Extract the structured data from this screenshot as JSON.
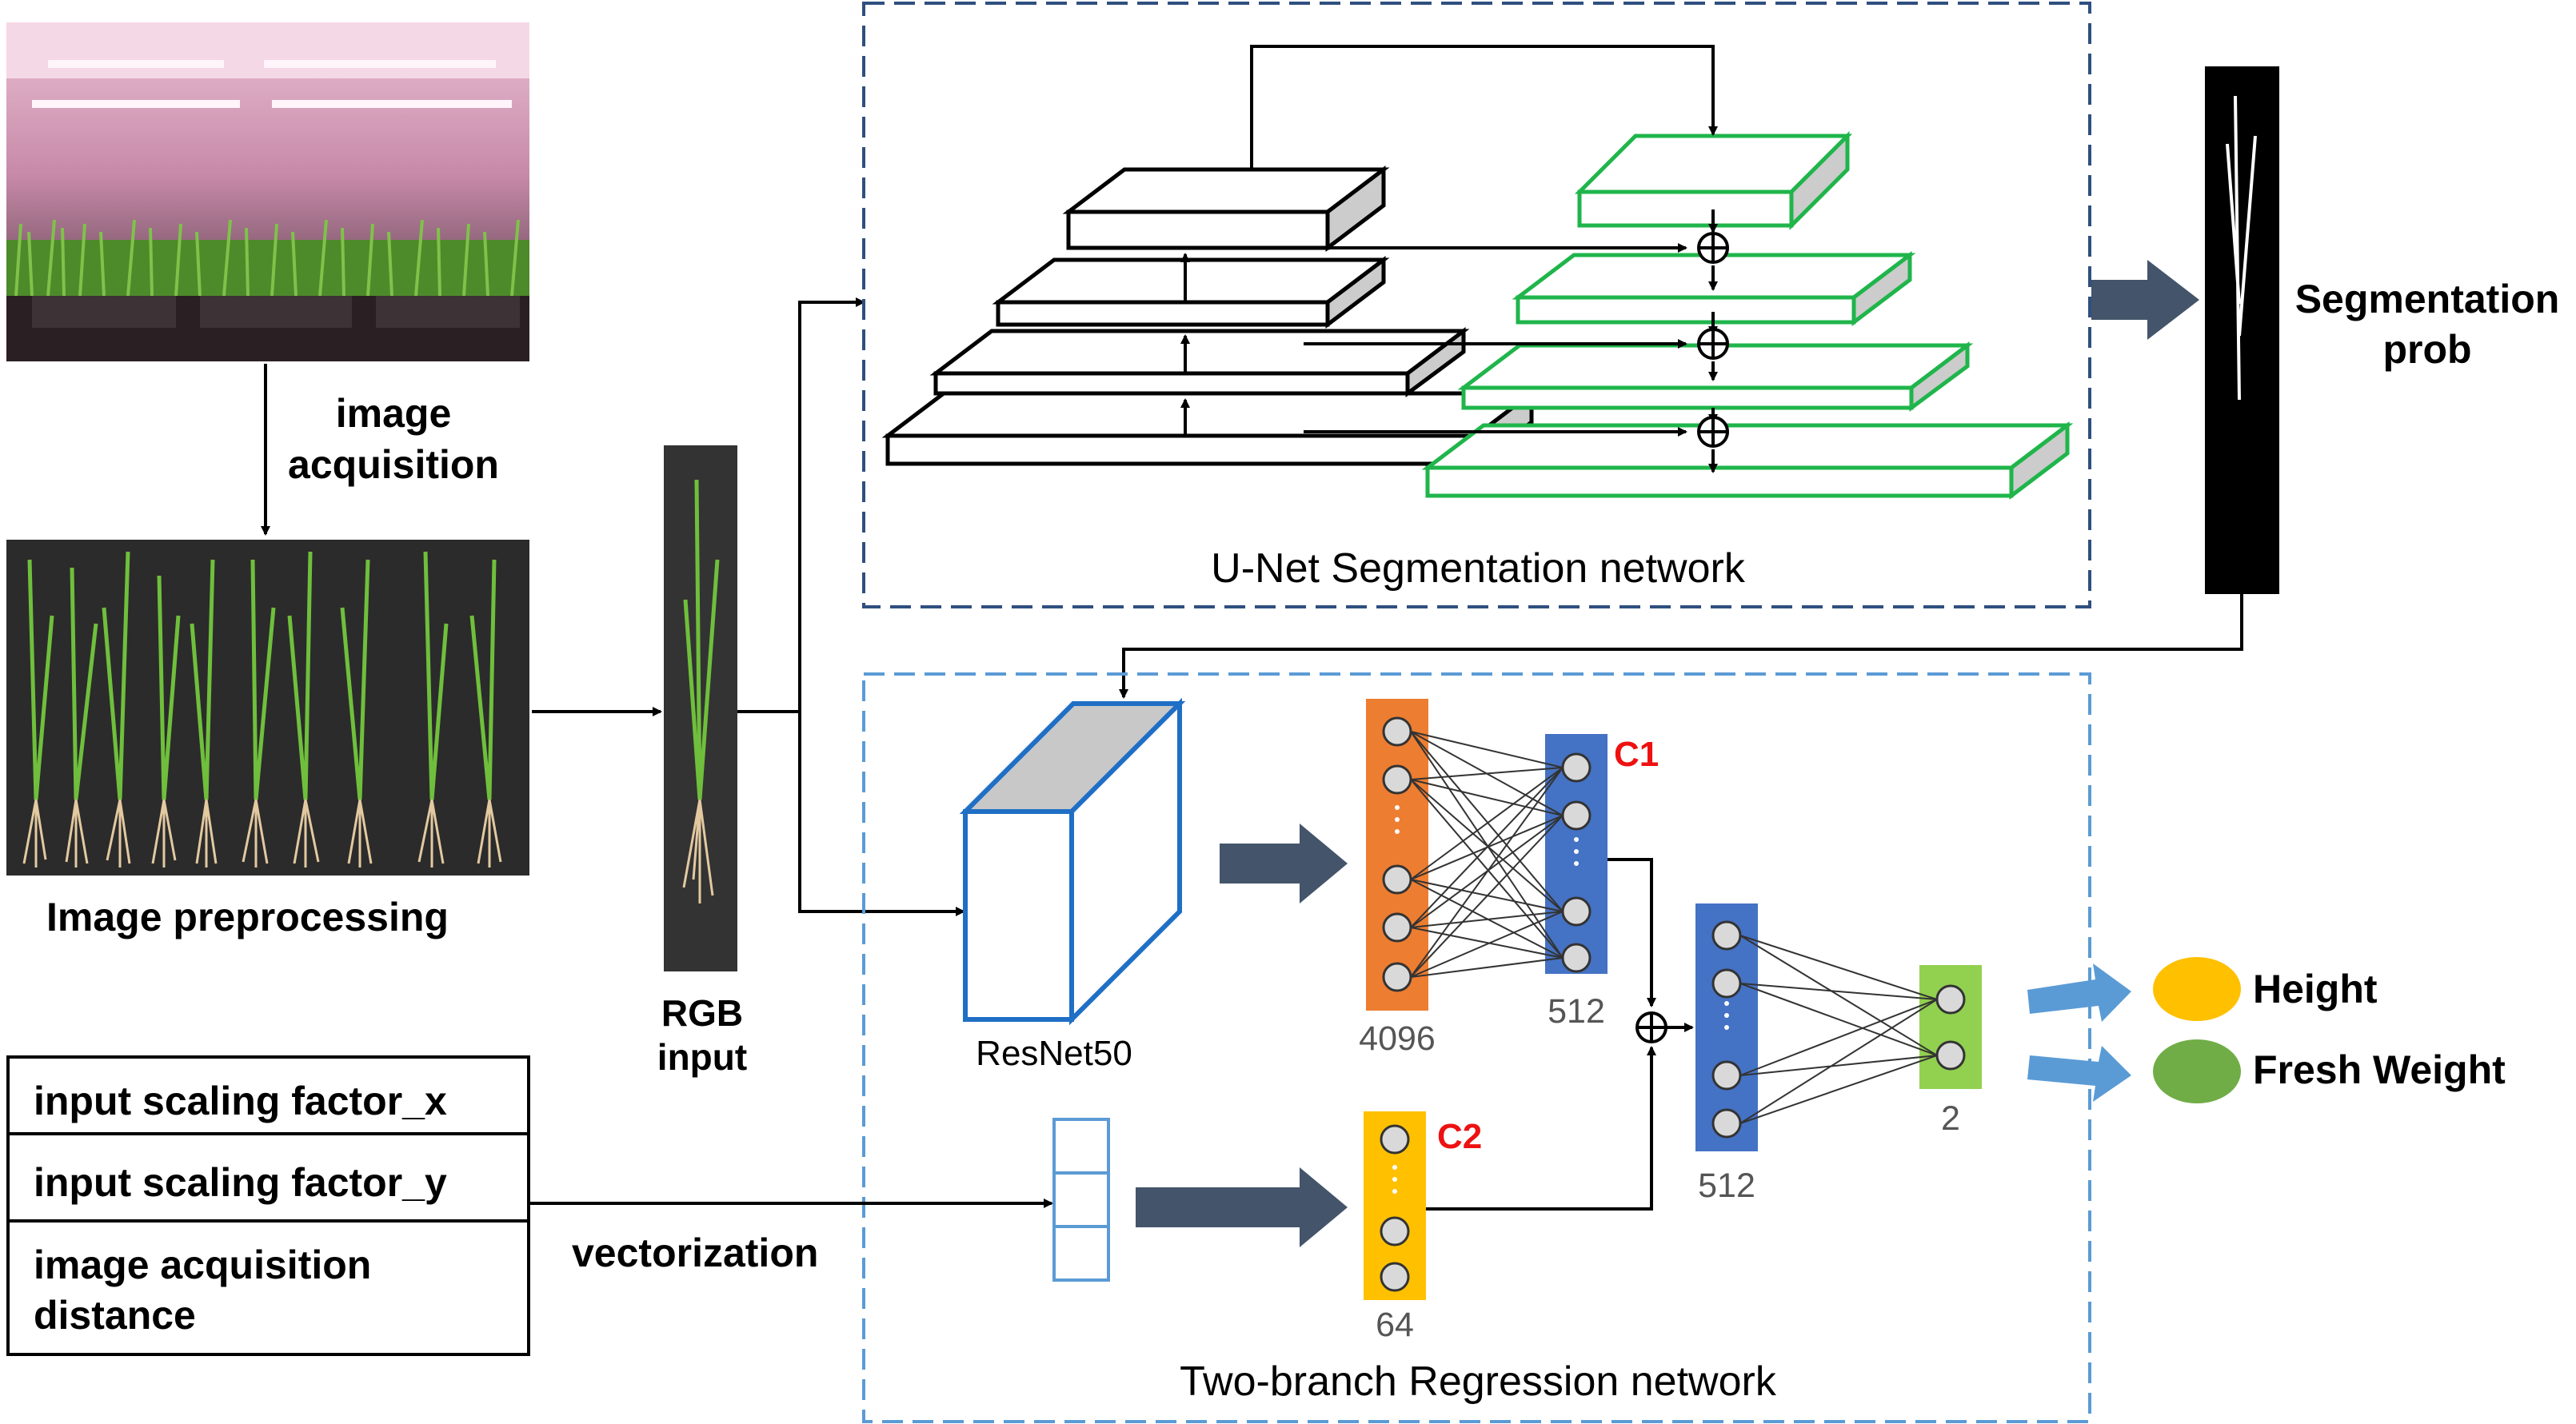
{
  "labels": {
    "image_acquisition": "image\nacquisition",
    "image_preprocessing": "Image preprocessing",
    "rgb_input": "RGB\ninput",
    "unet_caption": "U-Net Segmentation network",
    "segmentation_prob": "Segmentation\nprob",
    "resnet50": "ResNet50",
    "regression_caption": "Two-branch Regression network",
    "vectorization": "vectorization",
    "c1": "C1",
    "c2": "C2",
    "n4096": "4096",
    "n512_a": "512",
    "n512_b": "512",
    "n64": "64",
    "n2": "2",
    "height": "Height",
    "fresh_weight": "Fresh Weight"
  },
  "input_factors": [
    "input scaling factor_x",
    "input scaling factor_y",
    "image acquisition\ndistance"
  ],
  "colors": {
    "unet_frame": "#2f4f7f",
    "regression_frame": "#5b9bd5",
    "encoder": "#000000",
    "decoder": "#1fb54b",
    "resnet": "#1f6fc5",
    "layer_orange": "#ed7d31",
    "layer_blue": "#4472c4",
    "layer_green": "#92d050",
    "layer_yellow": "#ffc000",
    "big_arrow": "#44546a",
    "light_arrow": "#5b9bd5",
    "label_red": "#ee1111",
    "height_oval": "#ffc000",
    "fresh_weight_oval": "#70ad47"
  },
  "icons": {
    "plus": "circle-plus-icon"
  }
}
